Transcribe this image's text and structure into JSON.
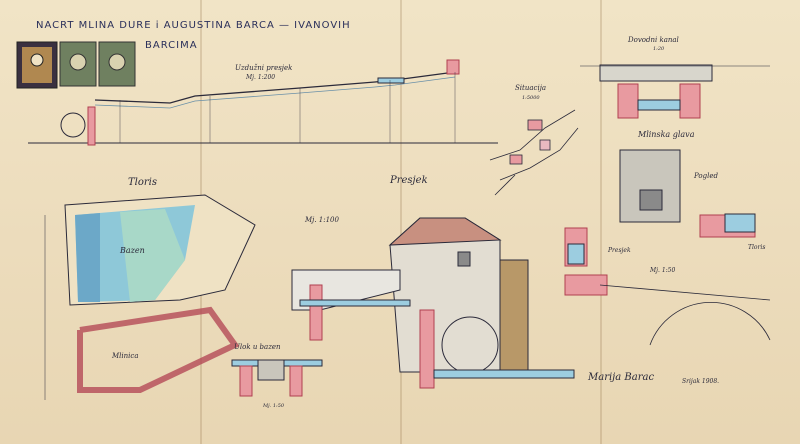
{
  "title_line1": "NACRT MLINA DURE i AUGUSTINA BARCA — IVANOVIH",
  "title_line2": "BARCIMA",
  "sections": {
    "longitudinal_profile": "Uzdužni presjek",
    "longitudinal_scale": "Mj. 1:200",
    "site": "Situacija",
    "site_scale": "1:5000",
    "intake_canal": "Dovodni kanal",
    "intake_scale": "1:20",
    "mill_head": "Mlinska glava",
    "view": "Pogled",
    "floor_plan": "Tloris",
    "basin": "Bazen",
    "mill": "Mlinica",
    "section": "Presjek",
    "section_scale": "Mj. 1:100",
    "section_small": "Presjek",
    "plan_small": "Tloris",
    "scale_small": "Mj. 1:50",
    "outlet": "Ulok u bazen",
    "outlet_scale": "Mj. 1:50"
  },
  "signature": "Marija Barac",
  "date": "Srijak 1908.",
  "colors": {
    "paper": "#efe2c4",
    "ink": "#2b2a3a",
    "brick": "#e89aa0",
    "water": "#8ec8d8",
    "stamp_dark": "#3a3040",
    "stamp_green": "#6f8060"
  }
}
